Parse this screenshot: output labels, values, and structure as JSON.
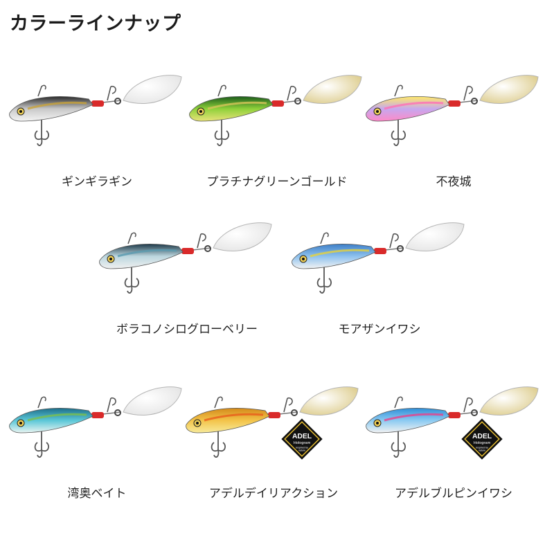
{
  "header": {
    "title": "カラーラインナップ"
  },
  "items": [
    {
      "name": "ギンギラギン",
      "blade": "silver",
      "body": [
        "#2a2a2a",
        "#c9c9c9",
        "#f4f4f4"
      ],
      "accent": "#c8a23a",
      "badge": ""
    },
    {
      "name": "プラチナグリーンゴールド",
      "blade": "gold",
      "body": [
        "#1b5d1b",
        "#8fd13a",
        "#e8e27a"
      ],
      "accent": "#d7c45a",
      "badge": ""
    },
    {
      "name": "不夜城",
      "blade": "gold",
      "body": [
        "#ffe96a",
        "#c6a8ef",
        "#ff8ac7"
      ],
      "accent": "#ff6fb5",
      "badge": ""
    },
    {
      "name": "ボラコノシログローベリー",
      "blade": "silver",
      "body": [
        "#1e3a4a",
        "#bcd7df",
        "#f0f0f0"
      ],
      "accent": "#5a9bb0",
      "badge": ""
    },
    {
      "name": "モアザンイワシ",
      "blade": "silver",
      "body": [
        "#3d7fc8",
        "#8ec2ee",
        "#f3f3f3"
      ],
      "accent": "#e6d23c",
      "badge": ""
    },
    {
      "name": "湾奥ベイト",
      "blade": "silver",
      "body": [
        "#1d6f8a",
        "#5cc8d8",
        "#e9f4f1"
      ],
      "accent": "#7bbf4e",
      "badge": ""
    },
    {
      "name": "アデルデイリアクション",
      "blade": "gold",
      "body": [
        "#d48a1a",
        "#f3c44a",
        "#f7ea9a"
      ],
      "accent": "#e85d1c",
      "badge": "adel"
    },
    {
      "name": "アデルブルピンイワシ",
      "blade": "gold",
      "body": [
        "#2f8fd8",
        "#8ccbf2",
        "#f2f2f2"
      ],
      "accent": "#e8408a",
      "badge": "adel"
    }
  ],
  "badge": {
    "brand": "ADEL",
    "line1": "Hologram",
    "line2": "Inspired by",
    "line3": "nature"
  },
  "colors": {
    "silver_blade": "#e4e4e4",
    "gold_blade": "#dccb8a",
    "hook_tube": "#d92a2a",
    "hook_metal": "#555555"
  }
}
